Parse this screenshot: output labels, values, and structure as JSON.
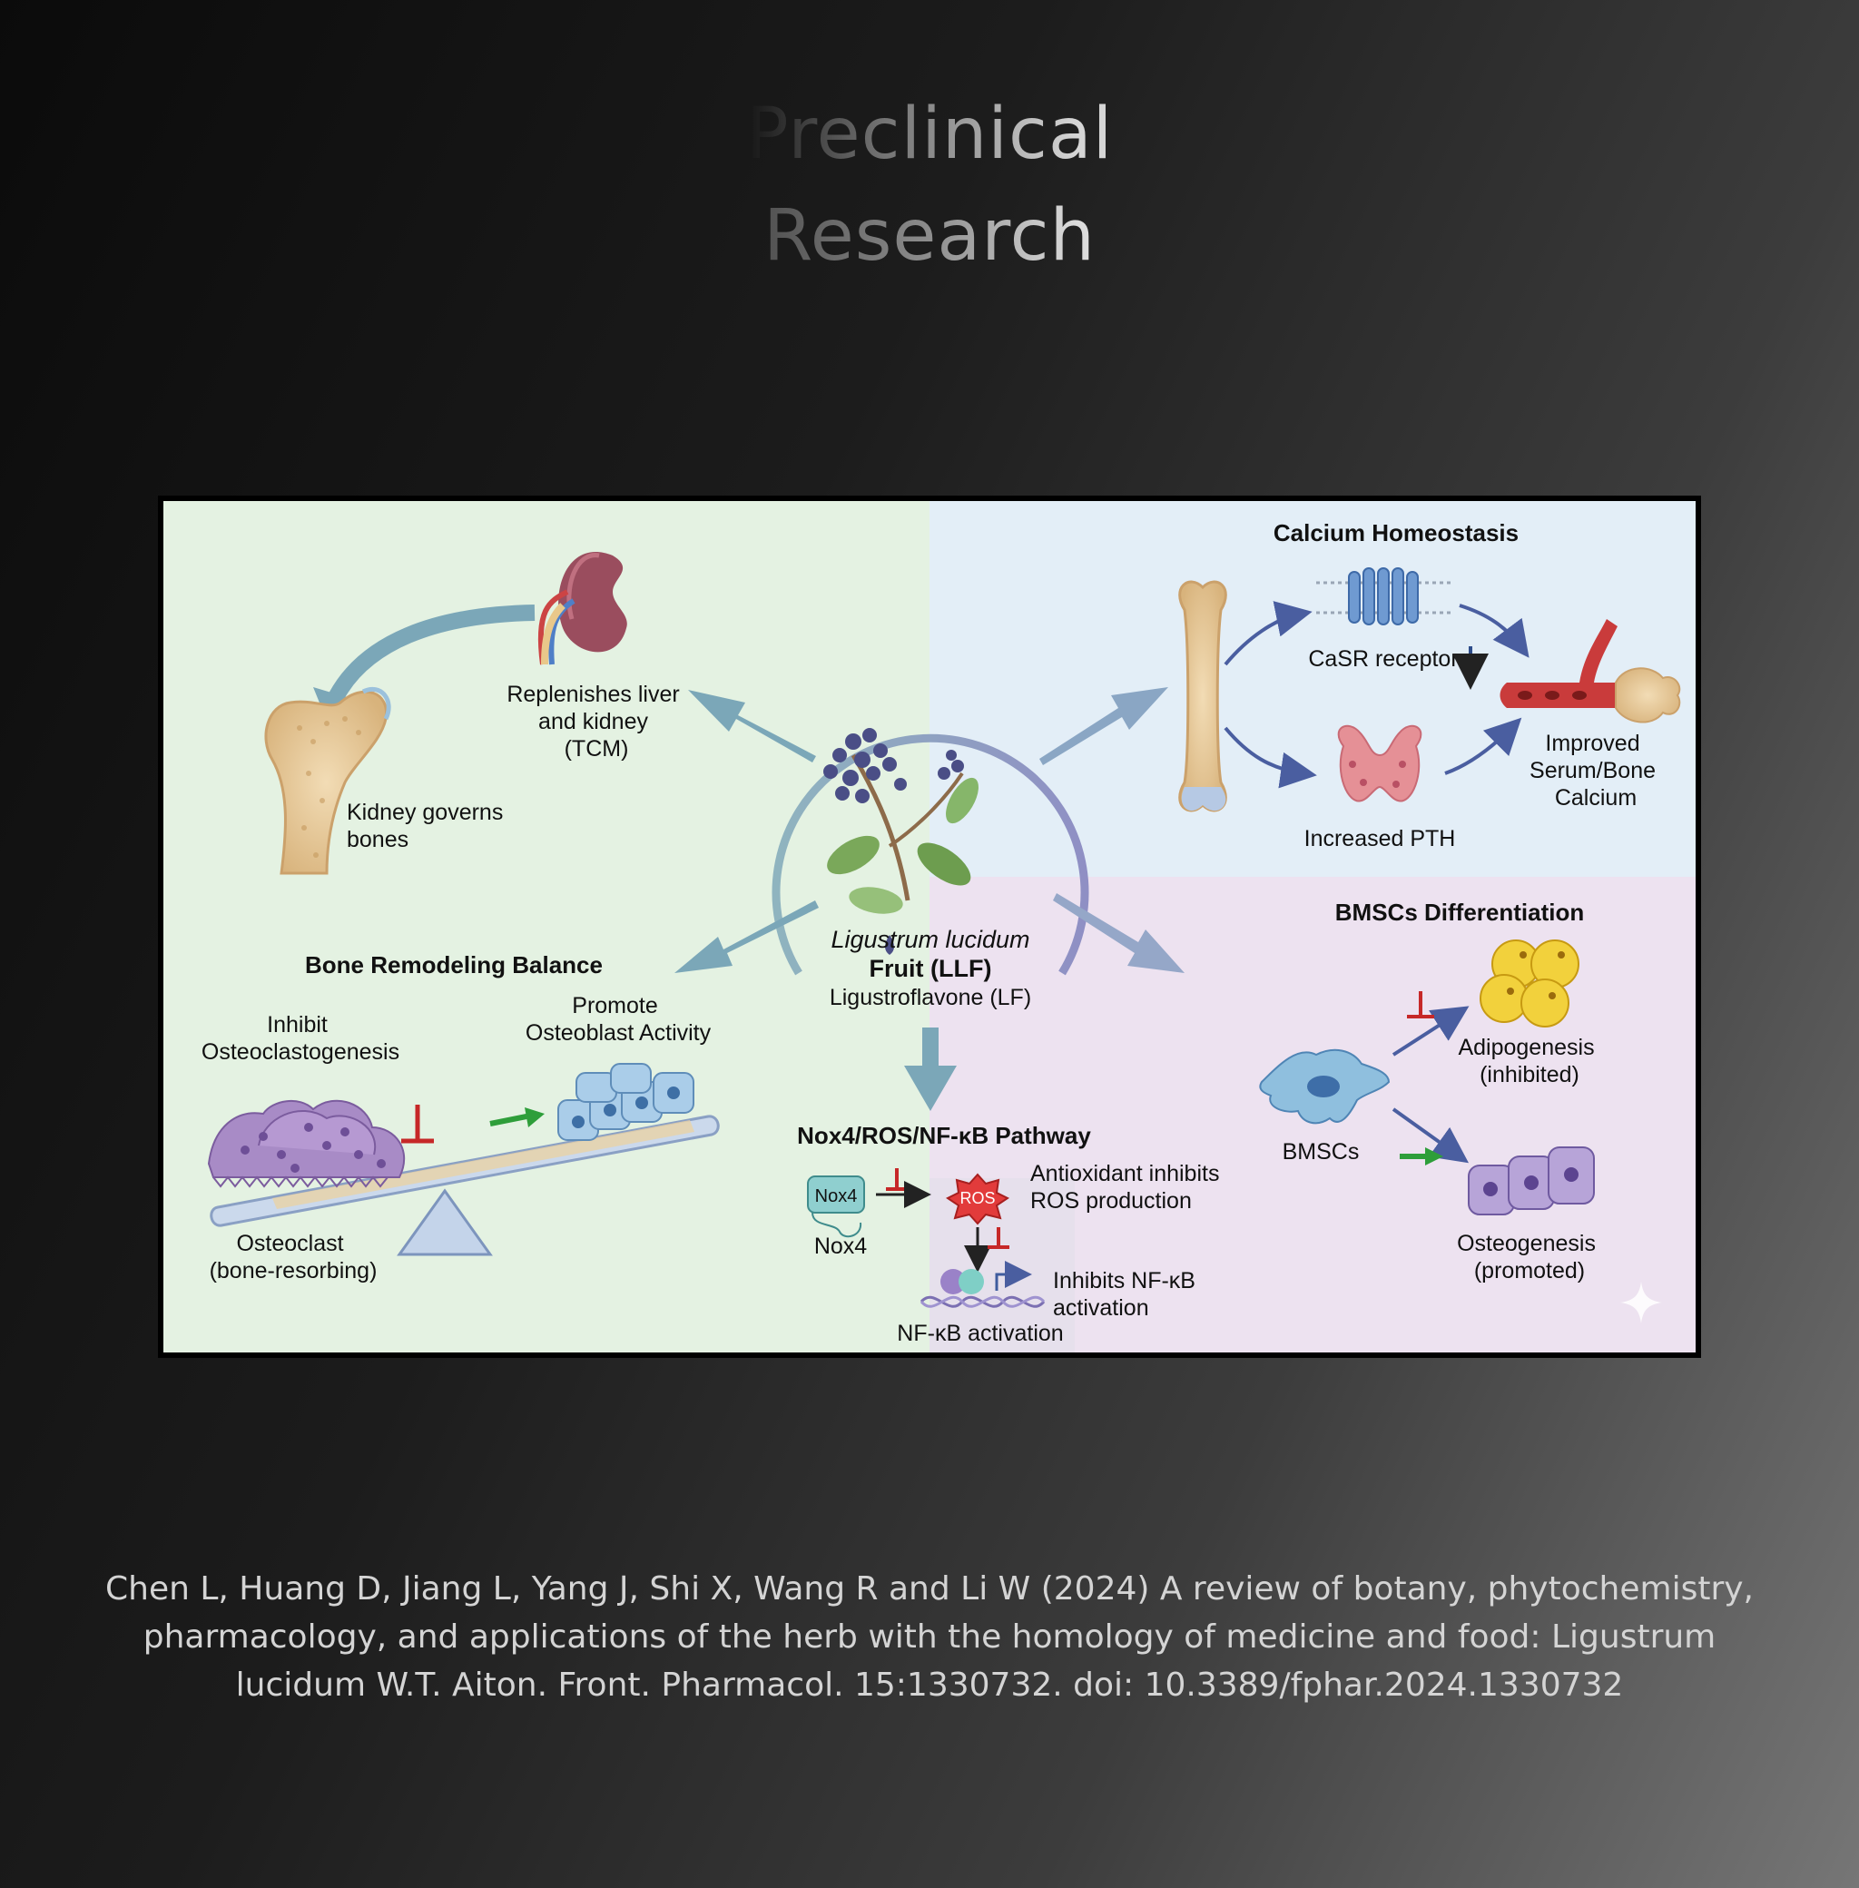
{
  "header": {
    "line1": "Preclinical",
    "line2": "Research"
  },
  "diagram": {
    "center": {
      "species": "Ligustrum lucidum",
      "part": "Fruit (LLF)",
      "compound": "Ligustroflavone (LF)"
    },
    "tcm": {
      "replenish": [
        "Replenishes liver",
        "and kidney",
        "(TCM)"
      ],
      "kidney_bones": [
        "Kidney governs",
        "bones"
      ]
    },
    "calcium": {
      "title": "Calcium Homeostasis",
      "casr": "CaSR receptor",
      "pth": "Increased PTH",
      "improved": [
        "Improved",
        "Serum/Bone",
        "Calcium"
      ]
    },
    "remodeling": {
      "title": "Bone Remodeling Balance",
      "inhibit": [
        "Inhibit",
        "Osteoclastogenesis"
      ],
      "promote": [
        "Promote",
        "Osteoblast Activity"
      ],
      "osteoclast": [
        "Osteoclast",
        "(bone-resorbing)"
      ]
    },
    "pathway": {
      "title": "Nox4/ROS/NF-κB Pathway",
      "nox4_box": "Nox4",
      "nox4_label": "Nox4",
      "ros_badge": "ROS",
      "antioxidant": [
        "Antioxidant inhibits",
        "ROS production"
      ],
      "nfkb_inhibit": [
        "Inhibits NF-κB",
        "activation"
      ],
      "nfkb_label": "NF-κB activation"
    },
    "bmsc": {
      "title": "BMSCs Differentiation",
      "cell": "BMSCs",
      "adipo": [
        "Adipogenesis",
        "(inhibited)"
      ],
      "osteo": [
        "Osteogenesis",
        "(promoted)"
      ]
    },
    "colors": {
      "panel_green": "#e4f2e2",
      "panel_blue": "#e3eef7",
      "panel_purple": "#ede2f0",
      "arrow_teal": "#7ba7b8",
      "inhibit_red": "#c62828",
      "promote_green": "#2e9e3a"
    }
  },
  "citation": "Chen L, Huang D, Jiang L, Yang J, Shi X, Wang R and Li W (2024) A review of botany, phytochemistry, pharmacology, and applications of the herb with the homology of medicine and food: Ligustrum lucidum W.T. Aiton. Front. Pharmacol. 15:1330732. doi: 10.3389/fphar.2024.1330732"
}
